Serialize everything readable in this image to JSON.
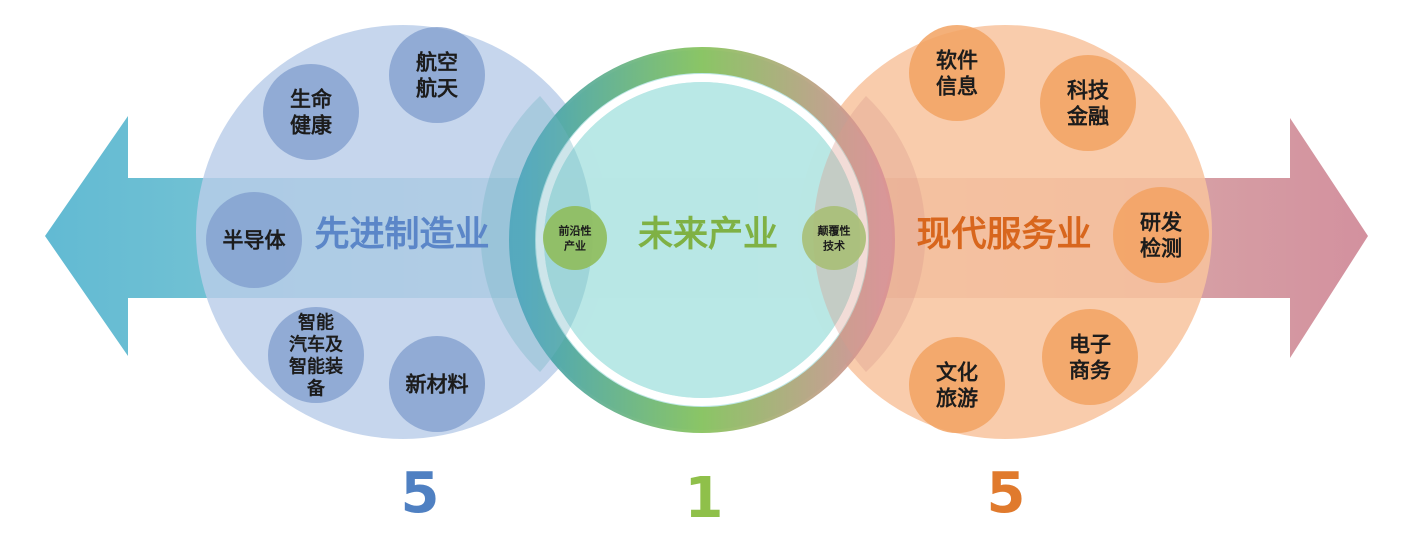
{
  "left_cluster": {
    "title": "先进制造业",
    "count": "5",
    "items": [
      {
        "lines": [
          "航空",
          "航天"
        ]
      },
      {
        "lines": [
          "生命",
          "健康"
        ]
      },
      {
        "lines": [
          "半导体"
        ]
      },
      {
        "lines": [
          "智能",
          "汽车及",
          "智能装",
          "备"
        ]
      },
      {
        "lines": [
          "新材料"
        ]
      }
    ]
  },
  "center_cluster": {
    "title": "未来产业",
    "count": "1",
    "left_badge": [
      "前沿性",
      "产业"
    ],
    "right_badge": [
      "颠覆性",
      "技术"
    ]
  },
  "right_cluster": {
    "title": "现代服务业",
    "count": "5",
    "items": [
      {
        "lines": [
          "软件",
          "信息"
        ]
      },
      {
        "lines": [
          "科技",
          "金融"
        ]
      },
      {
        "lines": [
          "研发",
          "检测"
        ]
      },
      {
        "lines": [
          "电子",
          "商务"
        ]
      },
      {
        "lines": [
          "文化",
          "旅游"
        ]
      }
    ]
  },
  "colors": {
    "left_title": "#5b86c8",
    "center_title": "#7fb144",
    "right_title": "#d8661d",
    "left_count": "#4f80c2",
    "center_count": "#8fc04a",
    "right_count": "#e07a2d"
  }
}
